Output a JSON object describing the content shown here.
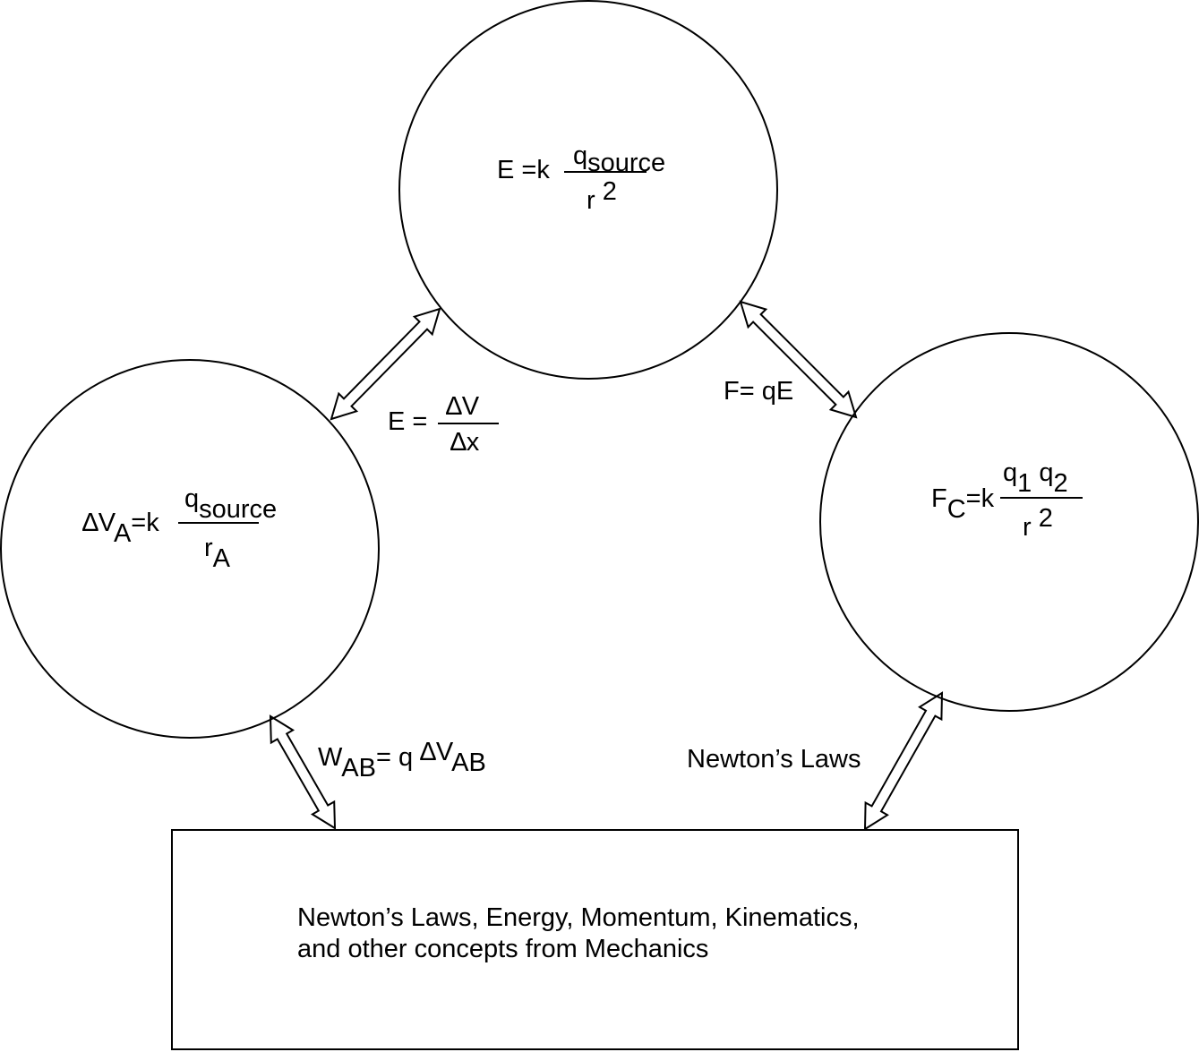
{
  "nodes": {
    "electric_field": {
      "lhs": "E =k",
      "num_base": "q",
      "num_sub": "source",
      "den_base": "r",
      "den_sup": "2"
    },
    "potential": {
      "delta": "∆",
      "lhs_base": "V",
      "lhs_sub": "A",
      "eq": "=k",
      "num_base": "q",
      "num_sub": "source",
      "den_base": "r",
      "den_sub": "A"
    },
    "coulomb": {
      "lhs_base": "F",
      "lhs_sub": "C",
      "eq": "=k",
      "num1_base": "q",
      "num1_sub": "1",
      "num2_base": "q",
      "num2_sub": "2",
      "den_base": "r",
      "den_sup": "2"
    },
    "mechanics": {
      "line1": "Newton’s Laws, Energy, Momentum, Kinematics,",
      "line2": "and other concepts from Mechanics"
    }
  },
  "links": {
    "field_potential": {
      "lhs": "E =",
      "num": "∆V",
      "den": "∆x"
    },
    "field_force": {
      "label": "F= qE"
    },
    "potential_mechanics": {
      "w": "W",
      "w_sub": "AB",
      "eq": "= q",
      "delta": "∆",
      "v": "V",
      "v_sub": "AB"
    },
    "force_mechanics": {
      "label": "Newton’s Laws"
    }
  }
}
